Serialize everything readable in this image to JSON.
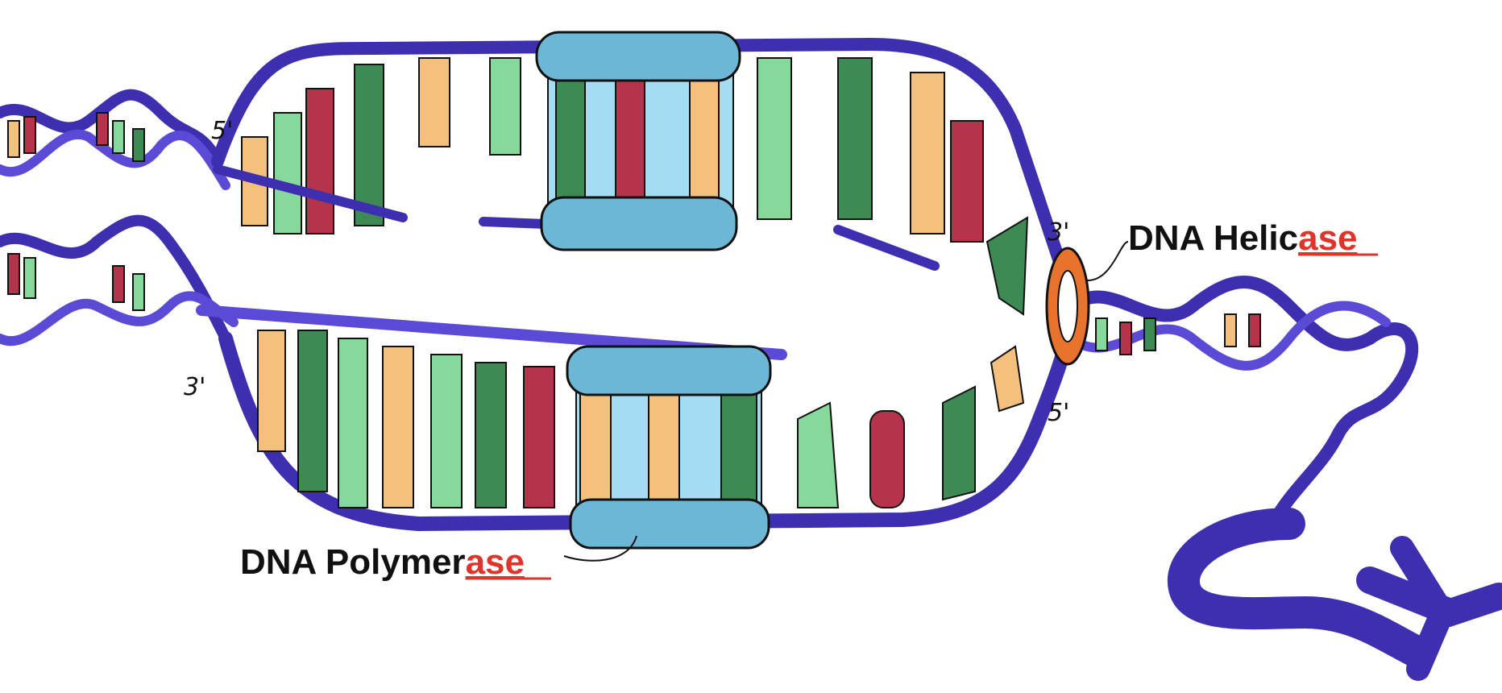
{
  "labels": {
    "polymerase": {
      "stem": "DNA Polymer",
      "suffix": "ase"
    },
    "helicase": {
      "stem": "DNA Helic",
      "suffix": "ase"
    }
  },
  "strand_ends": {
    "top_left": "5'",
    "bottom_left": "3'",
    "fork_top": "3'",
    "fork_bottom": "5'"
  },
  "colors": {
    "backbone": "#3d2fb0",
    "backbone_light": "#5a4ad6",
    "base_red": "#b5334b",
    "base_orange": "#f4c07e",
    "base_green_dark": "#3e8a55",
    "base_green_light": "#86d99a",
    "polymerase": "#6cb6d6",
    "polymerase_inner": "#a4dcf2",
    "helicase": "#e8732c",
    "suffix_highlight": "#e0342a"
  }
}
